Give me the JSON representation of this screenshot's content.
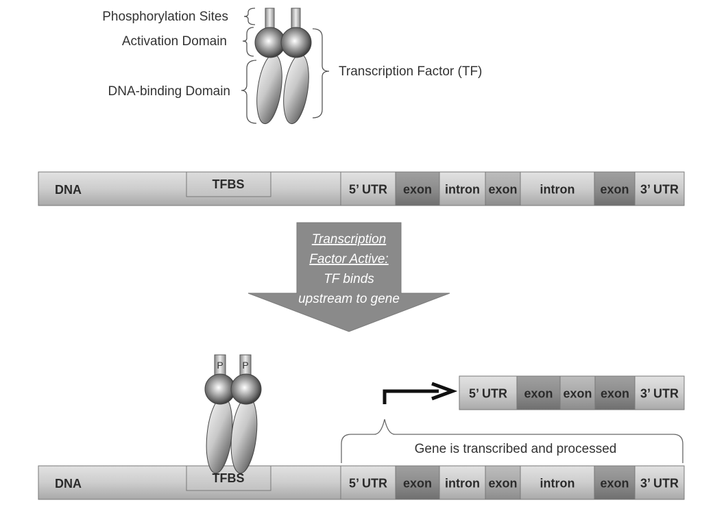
{
  "tf_labels": {
    "phosphorylation_sites": "Phosphorylation Sites",
    "activation_domain": "Activation Domain",
    "dna_binding_domain": "DNA-binding Domain",
    "transcription_factor": "Transcription Factor (TF)"
  },
  "dna_top": {
    "label": "DNA",
    "tfbs": "TFBS",
    "segments": [
      "5’ UTR",
      "exon",
      "intron",
      "exon",
      "intron",
      "exon",
      "3’ UTR"
    ]
  },
  "process_arrow": {
    "line1": "Transcription",
    "line2": "Factor Active:",
    "line3": "TF binds",
    "line4": "upstream to gene"
  },
  "phospho_label": "P",
  "mrna": {
    "segments": [
      "5’ UTR",
      "exon",
      "exon",
      "exon",
      "3’ UTR"
    ]
  },
  "gene_brace_label": "Gene is transcribed and processed",
  "dna_bottom": {
    "label": "DNA",
    "tfbs": "TFBS",
    "segments": [
      "5’ UTR",
      "exon",
      "intron",
      "exon",
      "intron",
      "exon",
      "3’ UTR"
    ]
  }
}
